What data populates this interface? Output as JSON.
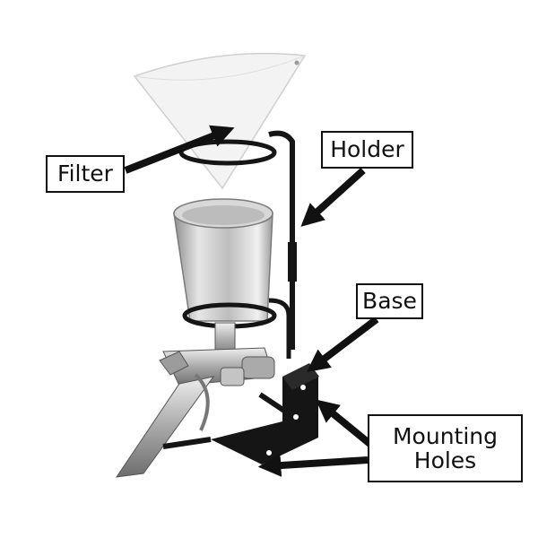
{
  "labels": {
    "filter": "Filter",
    "holder": "Holder",
    "base": "Base",
    "mounting_line1": "Mounting",
    "mounting_line2": "Holes"
  },
  "colors": {
    "ink": "#111111",
    "bracket": "#151515",
    "filter_paper": "#f3f3f3",
    "cup_metal": "#c9c9c9",
    "gun_metal": "#b8b8b8",
    "background": "#ffffff"
  }
}
